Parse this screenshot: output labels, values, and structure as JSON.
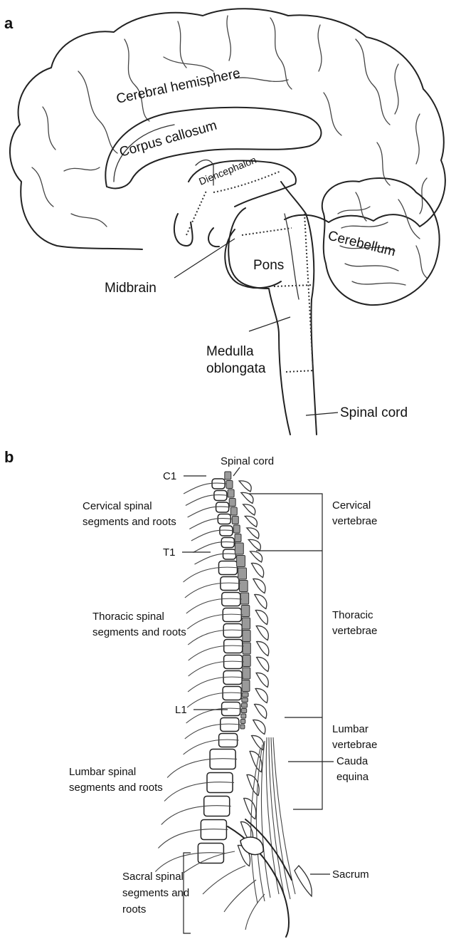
{
  "panel_a": {
    "letter": "a",
    "labels": {
      "cerebral_hemisphere": "Cerebral hemisphere",
      "corpus_callosum": "Corpus callosum",
      "diencephalon": "Diencephalon",
      "cerebellum": "Cerebellum",
      "pons": "Pons",
      "midbrain": "Midbrain",
      "medulla_line1": "Medulla",
      "medulla_line2": "oblongata",
      "spinal_cord": "Spinal cord"
    }
  },
  "panel_b": {
    "letter": "b",
    "labels": {
      "spinal_cord": "Spinal cord",
      "c1": "C1",
      "t1": "T1",
      "l1": "L1",
      "cervical_segments_line1": "Cervical spinal",
      "cervical_segments_line2": "segments and roots",
      "thoracic_segments_line1": "Thoracic spinal",
      "thoracic_segments_line2": "segments and roots",
      "lumbar_segments_line1": "Lumbar spinal",
      "lumbar_segments_line2": "segments and roots",
      "sacral_segments_line1": "Sacral spinal",
      "sacral_segments_line2": "segments and",
      "sacral_segments_line3": "roots",
      "cervical_vertebrae_line1": "Cervical",
      "cervical_vertebrae_line2": "vertebrae",
      "thoracic_vertebrae_line1": "Thoracic",
      "thoracic_vertebrae_line2": "vertebrae",
      "lumbar_vertebrae_line1": "Lumbar",
      "lumbar_vertebrae_line2": "vertebrae",
      "cauda_equina_line1": "Cauda",
      "cauda_equina_line2": "equina",
      "sacrum": "Sacrum"
    }
  }
}
